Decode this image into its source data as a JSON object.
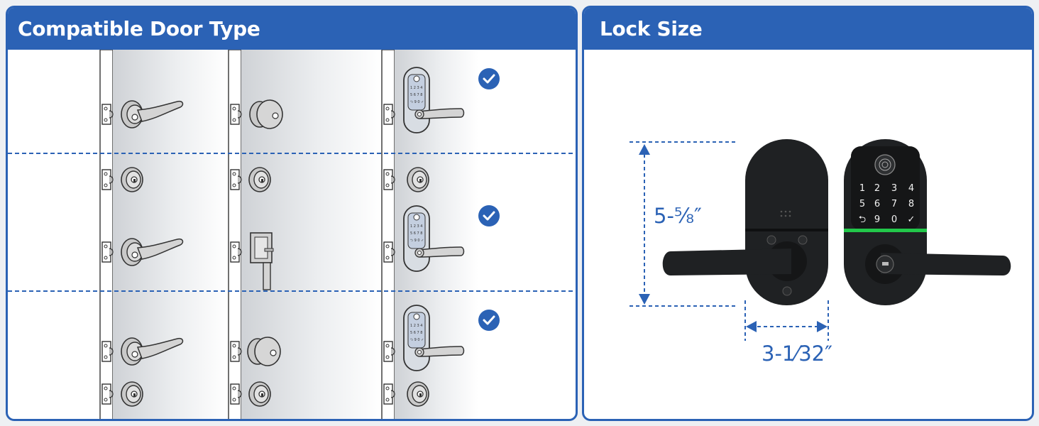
{
  "left_panel": {
    "title": "Compatible Door Type",
    "accent_color": "#2b62b5",
    "rows": [
      {
        "door_hardware": [
          "lever-handle",
          "knob",
          "smart-lever-lock"
        ],
        "compatible": true
      },
      {
        "door_hardware": [
          "deadbolt+lever-handle",
          "deadbolt+handleset",
          "deadbolt+smart-lever-lock"
        ],
        "compatible": true
      },
      {
        "door_hardware": [
          "lever-handle+deadbolt",
          "knob+deadbolt",
          "smart-lever-lock+deadbolt"
        ],
        "compatible": true
      }
    ],
    "check_icon": "check-circle-icon"
  },
  "right_panel": {
    "title": "Lock Size",
    "height_label": "5-⅝″",
    "width_label": "3-1⁄32″",
    "keypad_keys": [
      "1",
      "2",
      "3",
      "4",
      "5",
      "6",
      "7",
      "8",
      "⮌",
      "9",
      "0",
      "✓"
    ],
    "indicator_color": "#22c84a"
  }
}
